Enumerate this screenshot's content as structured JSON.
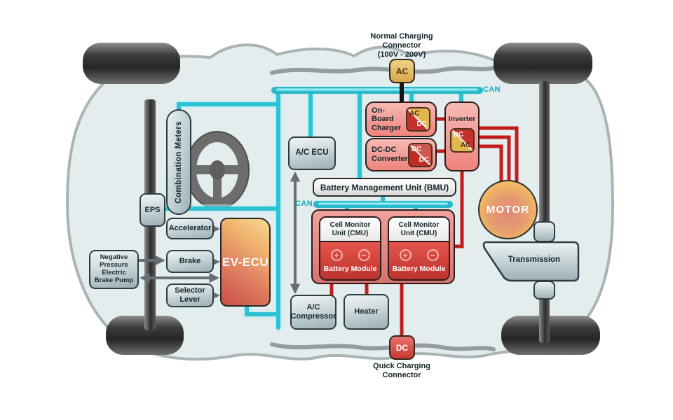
{
  "colors": {
    "can": "#2bc2d4",
    "can-bus": "#2ab9cb",
    "can-bus-hi": "#8ce7ef",
    "can-glow": "#bfeef3",
    "can-label": "#11a9bd",
    "power": "#c41c1c",
    "arrow": "#667074",
    "box-border": "#2e3b3f",
    "red-border": "#2c1b1b"
  },
  "can_bus": {
    "top_label": "CAN",
    "mid_label": "CAN"
  },
  "charging": {
    "normal": {
      "connector": "AC",
      "label": "Normal Charging\nConnector\n(100V - 200V)"
    },
    "quick": {
      "connector": "DC",
      "label": "Quick Charging\nConnector"
    }
  },
  "cockpit": {
    "combination_meters": "Combination Meters",
    "eps": "EPS",
    "accelerator": "Accelerator",
    "brake": "Brake",
    "selector_lever": "Selector\nLever",
    "brake_pump": "Negative\nPressure\nElectric\nBrake Pump",
    "ev_ecu": "EV-ECU"
  },
  "hvac": {
    "ac_ecu": "A/C ECU",
    "compressor": "A/C\nCompressor",
    "heater": "Heater"
  },
  "power_units": {
    "on_board_charger": {
      "label": "On-Board\nCharger",
      "icon_tl": "AC",
      "icon_br": "DC"
    },
    "dcdc_converter": {
      "label": "DC-DC\nConverter",
      "icon_tl": "DC",
      "icon_br": "DC"
    },
    "inverter": {
      "label": "Inverter",
      "icon_tl": "DC",
      "icon_br": "AC"
    }
  },
  "battery": {
    "bmu": "Battery Management Unit (BMU)",
    "modules": [
      {
        "header": "Cell Monitor\nUnit (CMU)",
        "plus": "+",
        "minus": "−",
        "label": "Battery Module"
      },
      {
        "header": "Cell Monitor\nUnit (CMU)",
        "plus": "+",
        "minus": "−",
        "label": "Battery Module"
      }
    ]
  },
  "drivetrain": {
    "motor": "MOTOR",
    "transmission": "Transmission"
  }
}
